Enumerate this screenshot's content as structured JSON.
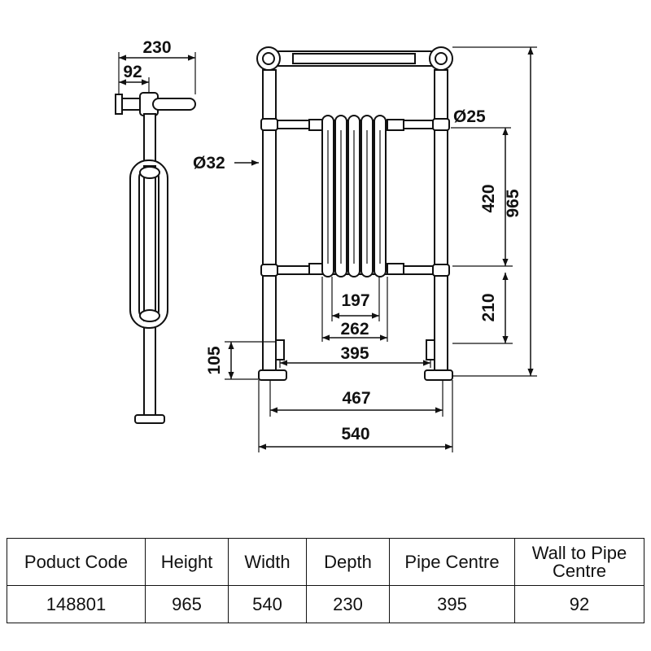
{
  "drawing": {
    "dims": {
      "depth_total": "230",
      "wall_to_pipe": "92",
      "rail_diameter": "Ø32",
      "bar_diameter": "Ø25",
      "height_upper": "420",
      "height_total": "965",
      "height_lower": "210",
      "foot_height": "105",
      "width_197": "197",
      "width_262": "262",
      "pipe_centre": "395",
      "width_467": "467",
      "width_total": "540"
    }
  },
  "table": {
    "headers": [
      "Poduct Code",
      "Height",
      "Width",
      "Depth",
      "Pipe Centre",
      "Wall to Pipe Centre"
    ],
    "values": [
      "148801",
      "965",
      "540",
      "230",
      "395",
      "92"
    ]
  }
}
